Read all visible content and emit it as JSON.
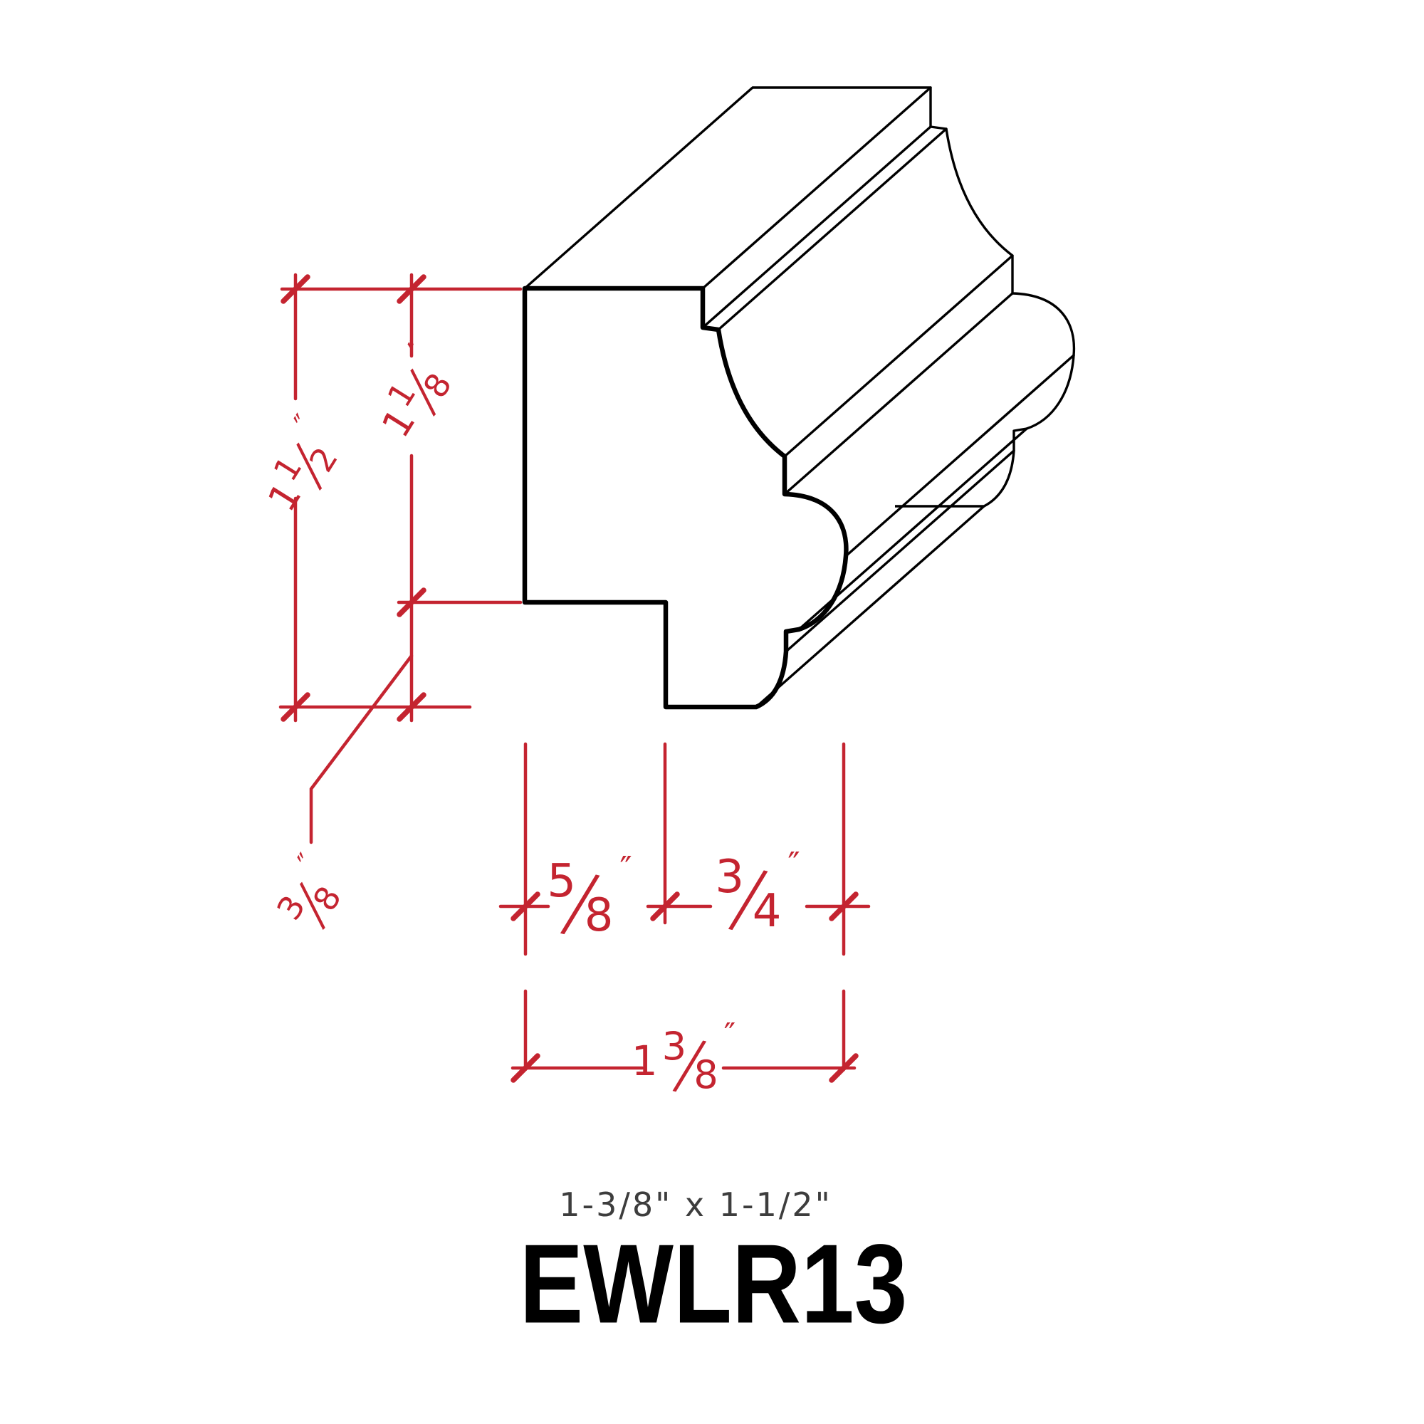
{
  "title": "EWLR13",
  "caption": "1-3/8\" x 1-1/2\"",
  "dims": {
    "height_overall": {
      "whole": "1",
      "num": "1",
      "den": "2",
      "unit": "″"
    },
    "height_upper": {
      "whole": "1",
      "num": "1",
      "den": "8",
      "unit": "″"
    },
    "height_notch": {
      "whole": "",
      "num": "3",
      "den": "8",
      "unit": "″"
    },
    "width_top": {
      "whole": "",
      "num": "5",
      "den": "8",
      "unit": "″"
    },
    "width_nose": {
      "whole": "",
      "num": "3",
      "den": "4",
      "unit": "″"
    },
    "width_overall": {
      "whole": "1",
      "num": "3",
      "den": "8",
      "unit": "″"
    }
  },
  "colors": {
    "dimension_red": "#c42430",
    "line_black": "#000000",
    "background": "#ffffff"
  }
}
